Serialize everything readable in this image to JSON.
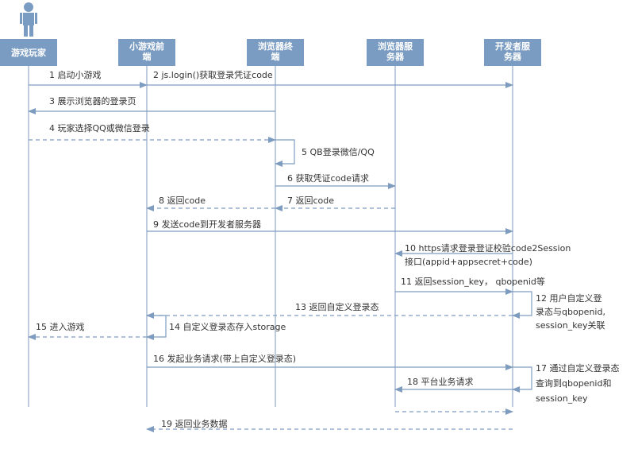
{
  "colors": {
    "actor_fill": "#7a9cc2",
    "lifeline": "#a9bcd3",
    "arrow": "#7e9cc0",
    "text": "#333333"
  },
  "actor_icon": "stick-figure-person-icon",
  "actors": [
    {
      "lines": [
        "游戏玩家"
      ]
    },
    {
      "lines": [
        "小游戏前",
        "端"
      ]
    },
    {
      "lines": [
        "浏览器终",
        "端"
      ]
    },
    {
      "lines": [
        "浏览器服",
        "务器"
      ]
    },
    {
      "lines": [
        "开发者服",
        "务器"
      ]
    }
  ],
  "messages": [
    {
      "label": [
        "1 启动小游戏"
      ]
    },
    {
      "label": [
        "2 js.login()获取登录凭证code"
      ]
    },
    {
      "label": [
        "3 展示浏览器的登录页"
      ]
    },
    {
      "label": [
        "4 玩家选择QQ或微信登录"
      ]
    },
    {
      "label": [
        "5 QB登录微信/QQ"
      ]
    },
    {
      "label": [
        "6 获取凭证code请求"
      ]
    },
    {
      "label": [
        "7 返回code"
      ]
    },
    {
      "label": [
        "8 返回code"
      ]
    },
    {
      "label": [
        "9 发送code到开发者服务器"
      ]
    },
    {
      "label": [
        "10 https请求登录登证校验code2Session",
        "接口(appid+appsecret+code)"
      ]
    },
    {
      "label": [
        "11 返回session_key， qbopenid等"
      ]
    },
    {
      "label": [
        "12 用户自定义登",
        "录态与qbopenid,",
        "session_key关联"
      ]
    },
    {
      "label": [
        "13 返回自定义登录态"
      ]
    },
    {
      "label": [
        "14 自定义登录态存入storage"
      ]
    },
    {
      "label": [
        "15 进入游戏"
      ]
    },
    {
      "label": [
        "16 发起业务请求(带上自定义登录态)"
      ]
    },
    {
      "label": [
        "17 通过自定义登录态",
        "查询到qbopenid和",
        "session_key"
      ]
    },
    {
      "label": [
        "18 平台业务请求"
      ]
    },
    {
      "label": []
    },
    {
      "label": [
        "19 返回业务数据"
      ]
    }
  ]
}
